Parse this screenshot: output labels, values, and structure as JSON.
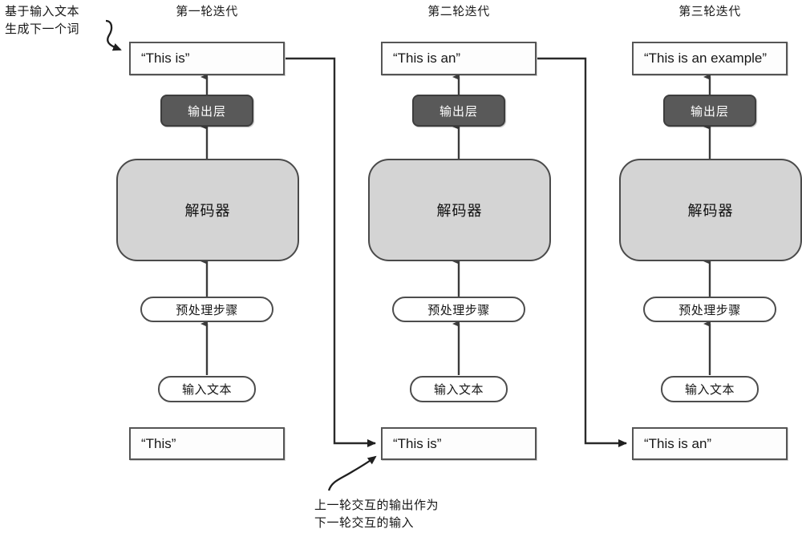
{
  "diagram": {
    "title_note_top_left": "基于输入文本\n生成下一个词",
    "note_bottom": "上一轮交互的输出作为\n下一轮交互的输入",
    "colors": {
      "output_layer_fill": "#595959",
      "decoder_fill": "#d4d4d4",
      "box_stroke": "#555555",
      "text": "#161616",
      "background": "#ffffff"
    },
    "columns": [
      {
        "header": "第一轮迭代",
        "generated_output": "“This is”",
        "output_layer": "输出层",
        "decoder": "解码器",
        "preprocess": "预处理步骤",
        "input_text": "输入文本",
        "input_prompt": "“This”"
      },
      {
        "header": "第二轮迭代",
        "generated_output": "“This is an”",
        "output_layer": "输出层",
        "decoder": "解码器",
        "preprocess": "预处理步骤",
        "input_text": "输入文本",
        "input_prompt": "“This is”"
      },
      {
        "header": "第三轮迭代",
        "generated_output": "“This is an example”",
        "output_layer": "输出层",
        "decoder": "解码器",
        "preprocess": "预处理步骤",
        "input_text": "输入文本",
        "input_prompt": "“This is an”"
      }
    ]
  }
}
